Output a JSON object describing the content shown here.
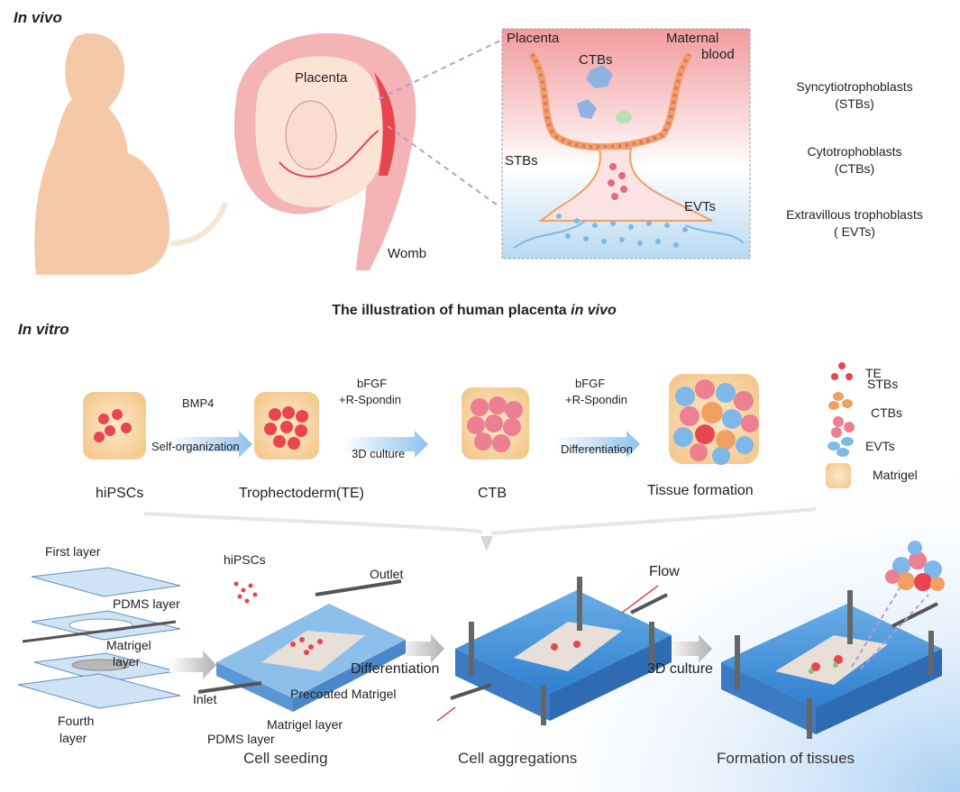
{
  "invivo": {
    "section_label": "In vivo",
    "title_prefix": "The illustration of human placenta ",
    "title_italic": "in vivo",
    "womb": {
      "placenta": "Placenta",
      "womb": "Womb"
    },
    "zoom": {
      "placenta": "Placenta",
      "maternal": "Maternal",
      "blood": "blood",
      "ctbs": "CTBs",
      "stbs": "STBs",
      "evts": "EVTs"
    },
    "legend": [
      {
        "name": "Syncytiotrophoblasts",
        "abbr": "(STBs)"
      },
      {
        "name": "Cytotrophoblasts",
        "abbr": "(CTBs)"
      },
      {
        "name": "Extravillous trophoblasts",
        "abbr": "( EVTs)"
      }
    ]
  },
  "invitro": {
    "section_label": "In vitro",
    "steps": {
      "bmp4": "BMP4",
      "self_org": "Self-organization",
      "bfgf1": "bFGF",
      "rspondin1": "+R-Spondin",
      "culture3d": "3D culture",
      "bfgf2": "bFGF",
      "rspondin2": "+R-Spondin",
      "differentiation": "Differentiation"
    },
    "stage_labels": [
      "hiPSCs",
      "Trophectoderm(TE)",
      "CTB",
      "Tissue formation"
    ],
    "cell_legend": [
      "TE",
      "STBs",
      "CTBs",
      "EVTs",
      "Matrigel"
    ]
  },
  "chip": {
    "layers": {
      "first": "First layer",
      "pdms": "PDMS layer",
      "matrigel1": "Matrigel",
      "matrigel2": "layer",
      "fourth1": "Fourth",
      "fourth2": "layer"
    },
    "seeding": {
      "hipscs": "hiPSCs",
      "outlet": "Outlet",
      "inlet": "Inlet",
      "precoated": "Precoated Matrigel",
      "matrigel_layer": "Matrigel layer",
      "pdms_layer": "PDMS layer"
    },
    "arrows": {
      "differentiation": "Differentiation",
      "flow": "Flow",
      "culture3d": "3D culture"
    },
    "captions": [
      "Cell seeding",
      "Cell aggregations",
      "Formation of tissues"
    ]
  },
  "colors": {
    "pink": "#f4b5b5",
    "red": "#e84050",
    "orange": "#f0a060",
    "blue": "#7fb8e8",
    "matrigel": "#f7d7a8"
  }
}
